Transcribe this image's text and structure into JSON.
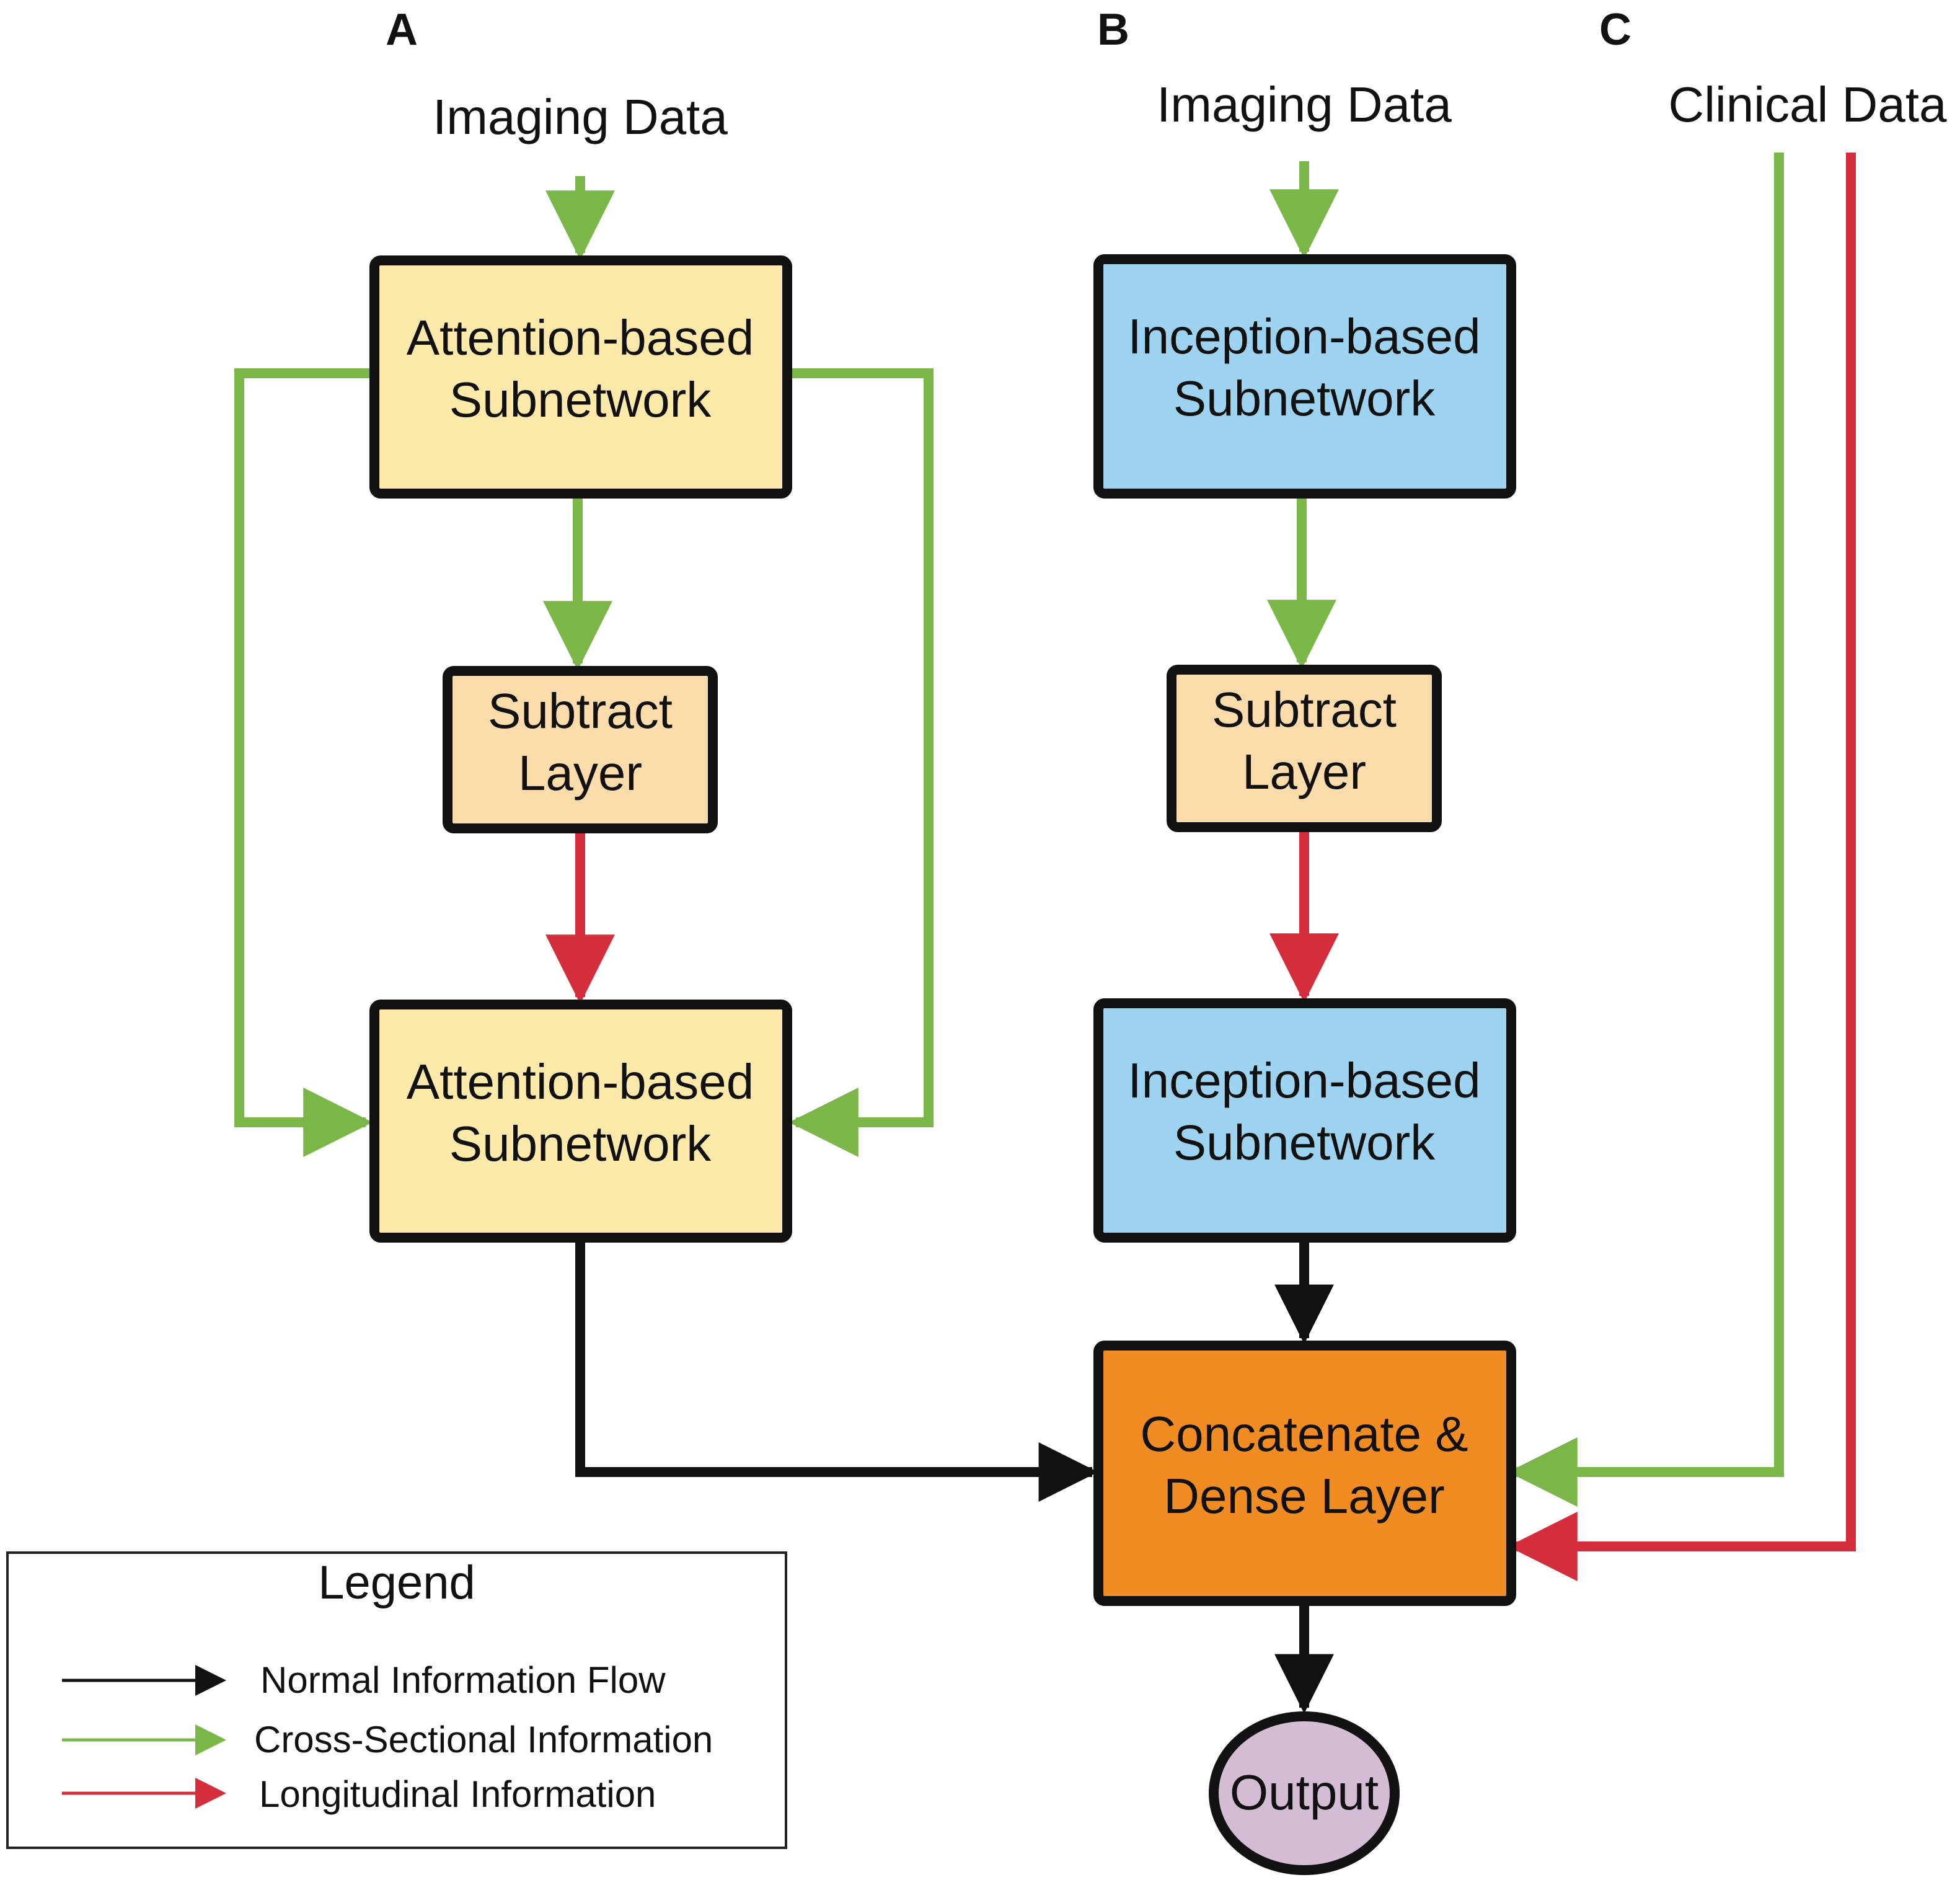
{
  "panels": {
    "a": "A",
    "b": "B",
    "c": "C"
  },
  "inputs": {
    "imaging_a": "Imaging Data",
    "imaging_b": "Imaging Data",
    "clinical": "Clinical Data"
  },
  "boxes": {
    "attention_top": [
      "Attention-based",
      "Subnetwork"
    ],
    "subtract_a": [
      "Subtract",
      "Layer"
    ],
    "attention_bottom": [
      "Attention-based",
      "Subnetwork"
    ],
    "inception_top": [
      "Inception-based",
      "Subnetwork"
    ],
    "subtract_b": [
      "Subtract",
      "Layer"
    ],
    "inception_bottom": [
      "Inception-based",
      "Subnetwork"
    ],
    "concat": [
      "Concatenate &",
      "Dense Layer"
    ],
    "output": "Output"
  },
  "legend": {
    "title": "Legend",
    "items": [
      {
        "label": "Normal Information Flow",
        "color": "#111111"
      },
      {
        "label": "Cross-Sectional Information",
        "color": "#7ab648"
      },
      {
        "label": "Longitudinal Information",
        "color": "#d42d3c"
      }
    ]
  },
  "colors": {
    "normal": "#111111",
    "cross_sectional": "#7ab648",
    "longitudinal": "#d42d3c",
    "attention_fill": "#fde9a9",
    "subtract_fill": "#fcdcab",
    "inception_fill": "#9dd3f0",
    "concat_fill": "#f08c22",
    "output_fill": "#d5bcd5"
  }
}
